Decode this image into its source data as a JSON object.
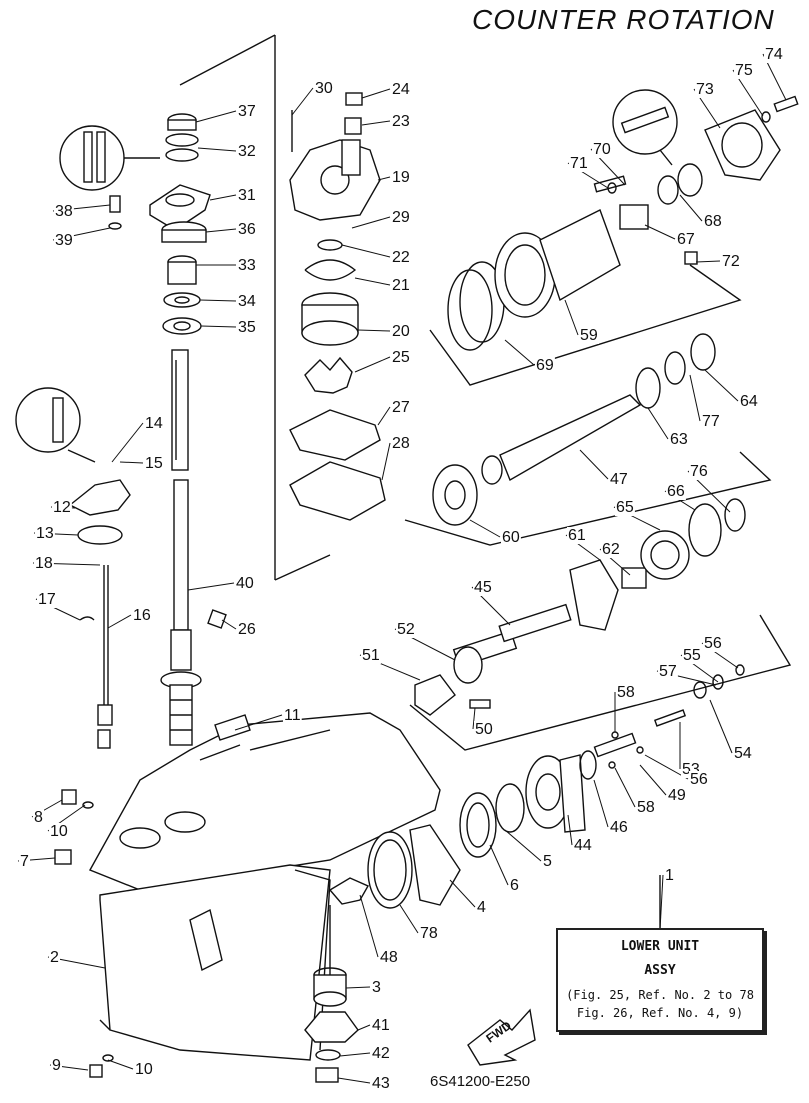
{
  "header": {
    "title": "COUNTER ROTATION"
  },
  "callouts": [
    {
      "n": "1"
    },
    {
      "n": "2"
    },
    {
      "n": "3"
    },
    {
      "n": "4"
    },
    {
      "n": "5"
    },
    {
      "n": "6"
    },
    {
      "n": "7"
    },
    {
      "n": "8"
    },
    {
      "n": "9"
    },
    {
      "n": "10"
    },
    {
      "n": "10"
    },
    {
      "n": "11"
    },
    {
      "n": "12"
    },
    {
      "n": "13"
    },
    {
      "n": "14"
    },
    {
      "n": "15"
    },
    {
      "n": "16"
    },
    {
      "n": "17"
    },
    {
      "n": "18"
    },
    {
      "n": "19"
    },
    {
      "n": "20"
    },
    {
      "n": "21"
    },
    {
      "n": "22"
    },
    {
      "n": "23"
    },
    {
      "n": "24"
    },
    {
      "n": "25"
    },
    {
      "n": "26"
    },
    {
      "n": "27"
    },
    {
      "n": "28"
    },
    {
      "n": "29"
    },
    {
      "n": "30"
    },
    {
      "n": "31"
    },
    {
      "n": "32"
    },
    {
      "n": "33"
    },
    {
      "n": "34"
    },
    {
      "n": "35"
    },
    {
      "n": "36"
    },
    {
      "n": "37"
    },
    {
      "n": "38"
    },
    {
      "n": "39"
    },
    {
      "n": "40"
    },
    {
      "n": "41"
    },
    {
      "n": "42"
    },
    {
      "n": "43"
    },
    {
      "n": "44"
    },
    {
      "n": "45"
    },
    {
      "n": "46"
    },
    {
      "n": "47"
    },
    {
      "n": "48"
    },
    {
      "n": "49"
    },
    {
      "n": "50"
    },
    {
      "n": "51"
    },
    {
      "n": "52"
    },
    {
      "n": "53"
    },
    {
      "n": "54"
    },
    {
      "n": "55"
    },
    {
      "n": "56"
    },
    {
      "n": "56"
    },
    {
      "n": "57"
    },
    {
      "n": "58"
    },
    {
      "n": "58"
    },
    {
      "n": "59"
    },
    {
      "n": "60"
    },
    {
      "n": "61"
    },
    {
      "n": "62"
    },
    {
      "n": "63"
    },
    {
      "n": "64"
    },
    {
      "n": "65"
    },
    {
      "n": "66"
    },
    {
      "n": "67"
    },
    {
      "n": "68"
    },
    {
      "n": "69"
    },
    {
      "n": "70"
    },
    {
      "n": "71"
    },
    {
      "n": "72"
    },
    {
      "n": "73"
    },
    {
      "n": "74"
    },
    {
      "n": "75"
    },
    {
      "n": "76"
    },
    {
      "n": "77"
    },
    {
      "n": "78"
    }
  ],
  "info_box": {
    "line1": "LOWER UNIT",
    "line2": "ASSY",
    "line3": "(Fig. 25, Ref. No. 2 to 78",
    "line4": " Fig. 26, Ref. No. 4, 9)"
  },
  "fwd_label": "FWD",
  "diagram_code": "6S41200-E250"
}
